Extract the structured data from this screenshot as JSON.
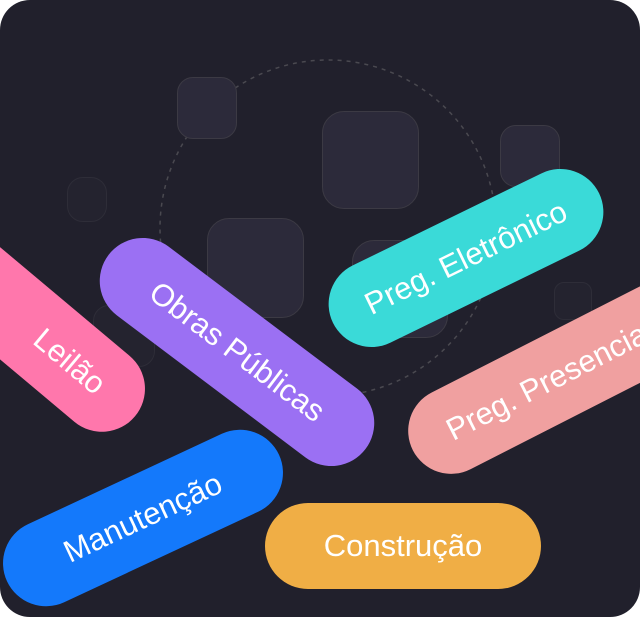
{
  "tags": [
    {
      "label": "Leilão",
      "color": "#ff77ac"
    },
    {
      "label": "Obras Públicas",
      "color": "#9b70f3"
    },
    {
      "label": "Preg. Eletrônico",
      "color": "#3adad8"
    },
    {
      "label": "Preg. Presencial",
      "color": "#f0a0a0"
    },
    {
      "label": "Manutenção",
      "color": "#1479fb"
    },
    {
      "label": "Construção",
      "color": "#f0ae45"
    }
  ],
  "background_color": "#21202c"
}
